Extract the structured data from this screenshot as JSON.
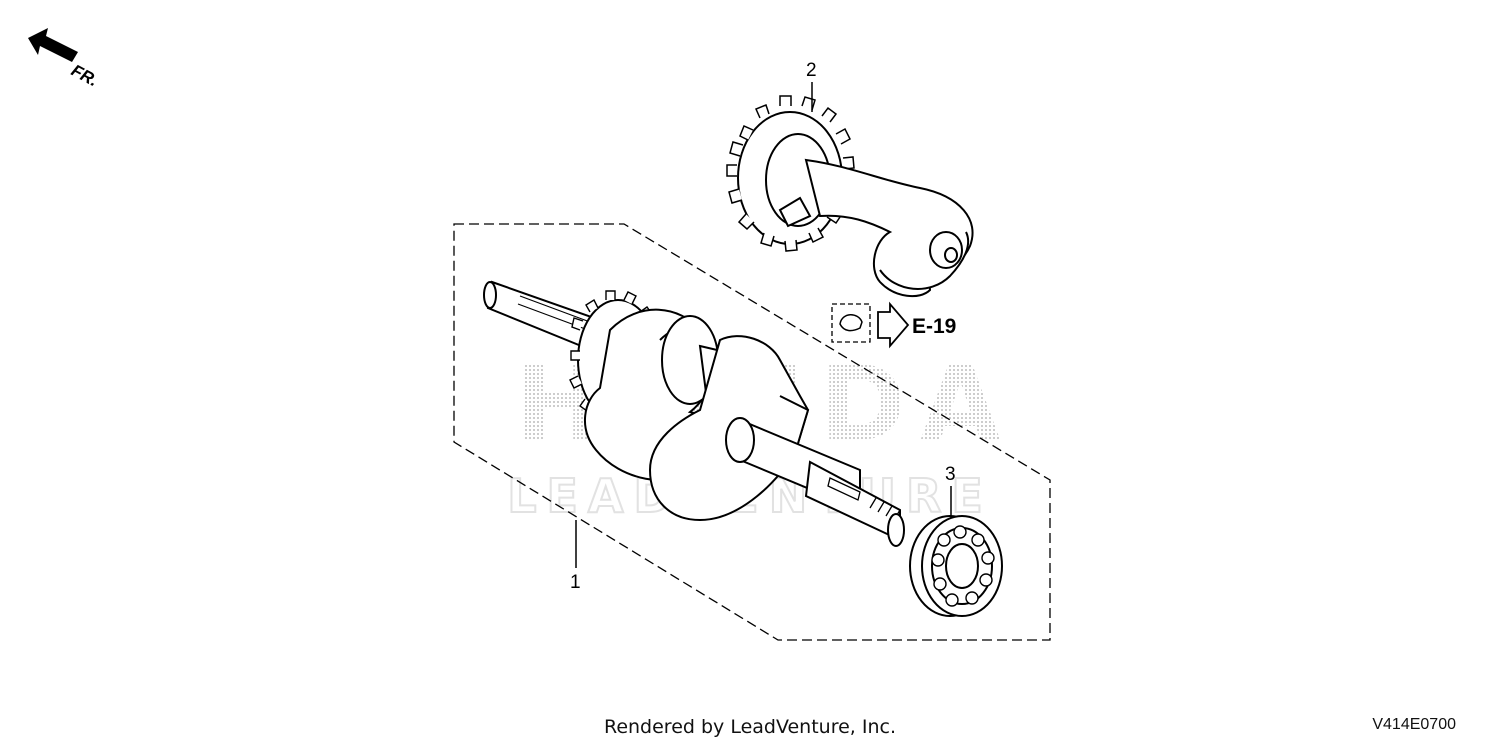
{
  "direction_indicator": {
    "label": "FR."
  },
  "callouts": {
    "part1": "1",
    "part2": "2",
    "part3": "3"
  },
  "reference": {
    "label": "E-19"
  },
  "watermark": {
    "brand": "HONDA",
    "sub": "LEADVENTURE"
  },
  "footer": {
    "credit": "Rendered by LeadVenture, Inc.",
    "diagram_code": "V414E0700"
  },
  "colors": {
    "line": "#000000",
    "background": "#ffffff",
    "watermark": "#d8d8d8"
  }
}
